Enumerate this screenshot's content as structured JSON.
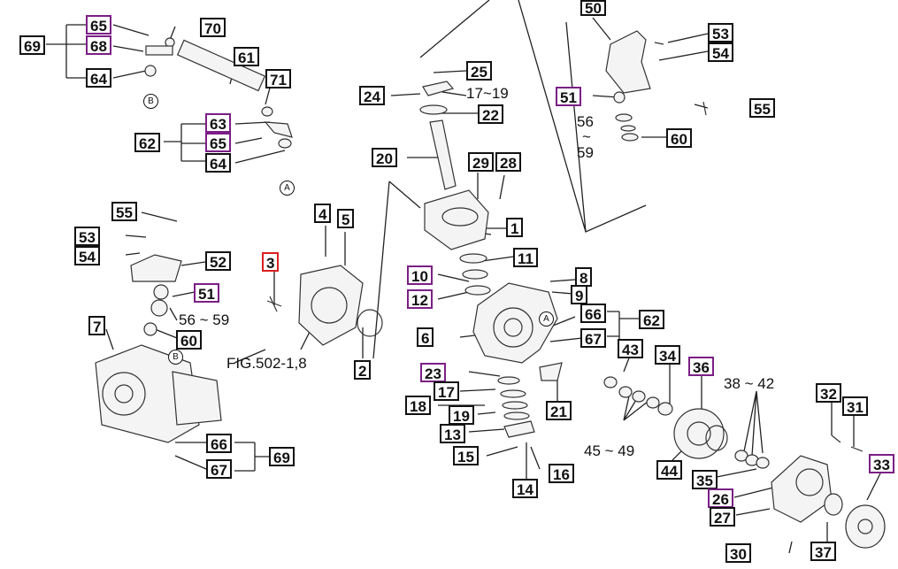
{
  "callouts": [
    "65",
    "68",
    "64",
    "69",
    "70",
    "61",
    "71",
    "63",
    "65",
    "64",
    "62",
    "55",
    "53",
    "54",
    "52",
    "51",
    "60",
    "56 ~ 59",
    "7",
    "66",
    "67",
    "69",
    "3",
    "4",
    "5",
    "2",
    "FIG.502-1,8",
    "25",
    "24",
    "17~19",
    "22",
    "20",
    "29",
    "28",
    "1",
    "11",
    "10",
    "12",
    "8",
    "9",
    "6",
    "66",
    "62",
    "67",
    "43",
    "34",
    "36",
    "38 ~ 42",
    "23",
    "17",
    "18",
    "19",
    "13",
    "15",
    "21",
    "16",
    "14",
    "45 ~ 49",
    "44",
    "35",
    "26",
    "27",
    "32",
    "31",
    "33",
    "30",
    "37",
    "50",
    "53",
    "54",
    "51",
    "56",
    "~",
    "59",
    "60",
    "55"
  ],
  "circle_refs": [
    "B",
    "A",
    "B",
    "A"
  ],
  "colors": {
    "ink": "#111111",
    "purple_box": "#7b1f86",
    "red_box": "#d9201f",
    "paper": "#ffffff"
  }
}
